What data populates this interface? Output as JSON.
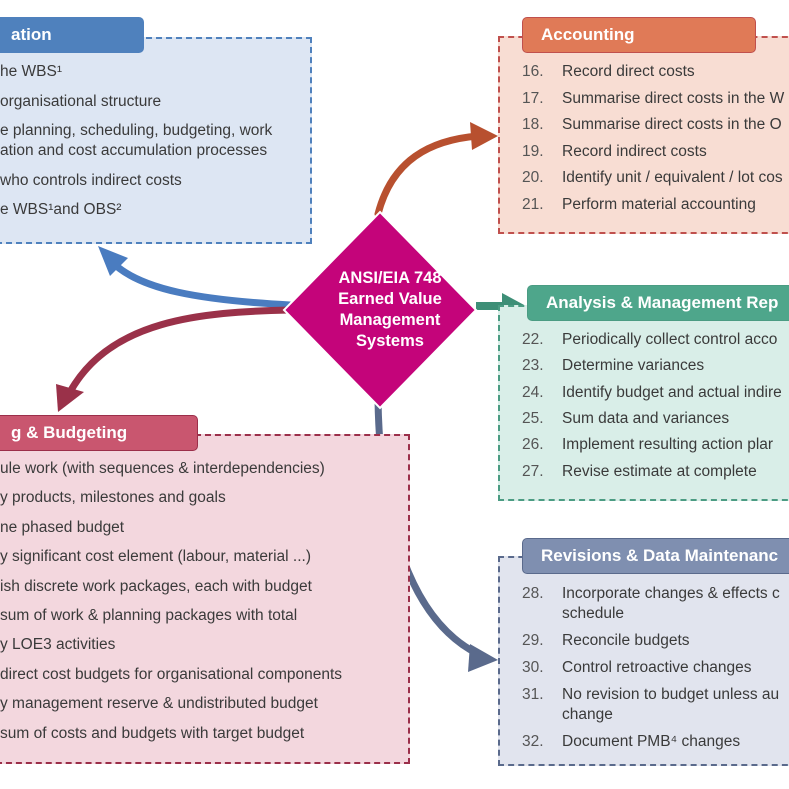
{
  "colors": {
    "organisation": {
      "fill": "#dde6f3",
      "border": "#4f81bd",
      "tab": "#4f81bd",
      "arrow": "#4a7cc0"
    },
    "accounting": {
      "fill": "#f8ddd3",
      "border": "#c0504d",
      "tab": "#e07a57",
      "arrow": "#b8502f"
    },
    "analysis": {
      "fill": "#d9eee8",
      "border": "#4b9c83",
      "tab": "#4ea68b",
      "arrow": "#3e8f77"
    },
    "planning": {
      "fill": "#f3d7de",
      "border": "#9b2f4a",
      "tab": "#c9566f",
      "arrow": "#9a3149"
    },
    "revisions": {
      "fill": "#e1e4ee",
      "border": "#5a6a8c",
      "tab": "#7f8fb0",
      "arrow": "#5a6a8c"
    },
    "center": "#c4047a"
  },
  "center": {
    "line1": "ANSI/EIA 748",
    "line2": "Earned Value",
    "line3": "Management",
    "line4": "Systems"
  },
  "organisation": {
    "title": "ation",
    "items": [
      {
        "text": "he WBS¹"
      },
      {
        "text": "organisational structure"
      },
      {
        "text": "e planning, scheduling, budgeting, work\nation and cost accumulation processes"
      },
      {
        "text": "who controls indirect costs"
      },
      {
        "text": "e WBS¹and OBS²"
      }
    ]
  },
  "accounting": {
    "title": "Accounting",
    "items": [
      {
        "num": "16.",
        "text": "Record direct costs"
      },
      {
        "num": "17.",
        "text": "Summarise direct costs in the W"
      },
      {
        "num": "18.",
        "text": "Summarise direct costs in the O"
      },
      {
        "num": "19.",
        "text": "Record indirect costs"
      },
      {
        "num": "20.",
        "text": "Identify unit / equivalent / lot cos"
      },
      {
        "num": "21.",
        "text": "Perform material accounting"
      }
    ]
  },
  "analysis": {
    "title": "Analysis & Management Rep",
    "items": [
      {
        "num": "22.",
        "text": "Periodically collect control acco"
      },
      {
        "num": "23.",
        "text": "Determine variances"
      },
      {
        "num": "24.",
        "text": "Identify budget and actual indire"
      },
      {
        "num": "25.",
        "text": "Sum data and variances"
      },
      {
        "num": "26.",
        "text": "Implement resulting action plar"
      },
      {
        "num": "27.",
        "text": "Revise estimate at complete"
      }
    ]
  },
  "planning": {
    "title": "g & Budgeting",
    "items": [
      {
        "text": "ule work (with sequences & interdependencies)"
      },
      {
        "text": "y products, milestones and goals"
      },
      {
        "text": "ne phased budget"
      },
      {
        "text": "y significant cost element (labour, material ...)"
      },
      {
        "text": "ish discrete work packages, each with budget"
      },
      {
        "text": "sum of work & planning packages with total"
      },
      {
        "text": "y LOE3 activities"
      },
      {
        "text": "direct cost budgets for organisational components"
      },
      {
        "text": "y management reserve & undistributed budget"
      },
      {
        "text": "sum of costs and budgets with target budget"
      }
    ]
  },
  "revisions": {
    "title": "Revisions & Data Maintenanc",
    "items": [
      {
        "num": "28.",
        "text": "Incorporate changes & effects c\nschedule"
      },
      {
        "num": "29.",
        "text": "Reconcile budgets"
      },
      {
        "num": "30.",
        "text": "Control retroactive changes"
      },
      {
        "num": "31.",
        "text": "No revision to budget unless au\nchange"
      },
      {
        "num": "32.",
        "text": "Document PMB⁴ changes"
      }
    ]
  }
}
